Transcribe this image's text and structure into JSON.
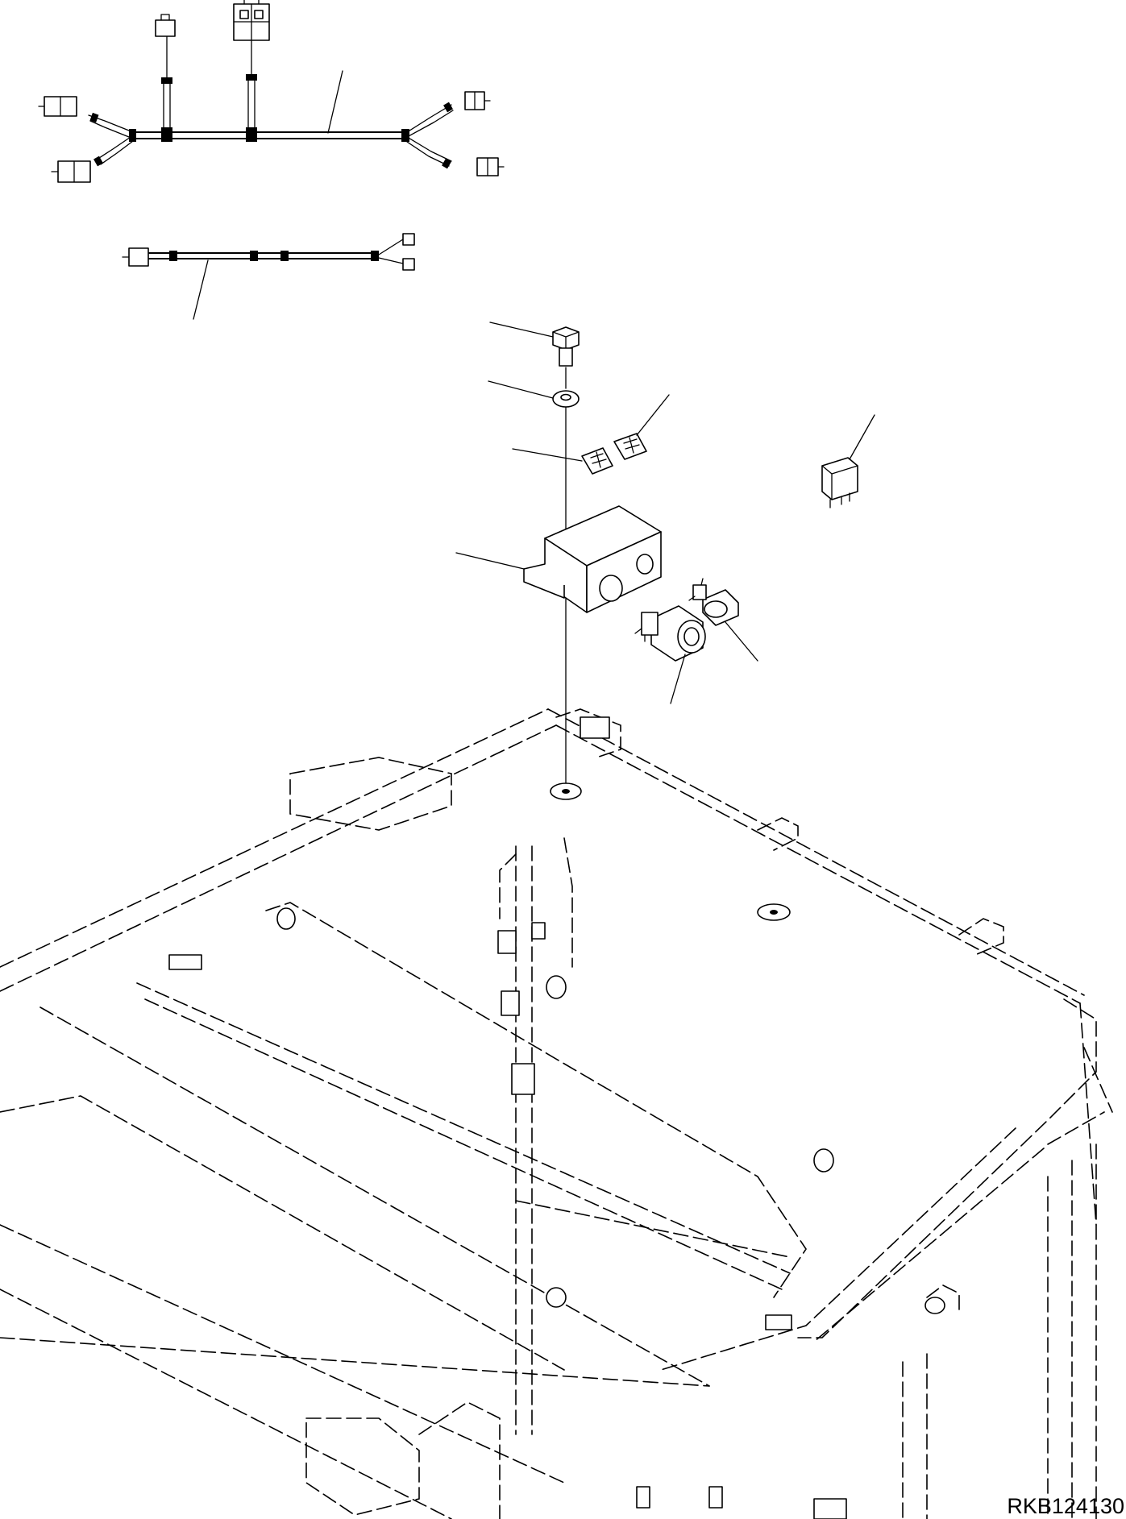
{
  "diagram": {
    "reference_code": "RKB124130",
    "components": [
      "wiring-harness-main",
      "wiring-harness-sub",
      "bolt",
      "washer",
      "label-plate-1",
      "label-plate-2",
      "relay",
      "bracket-box",
      "rocker-switch",
      "power-socket",
      "cab-roof-frame"
    ]
  }
}
